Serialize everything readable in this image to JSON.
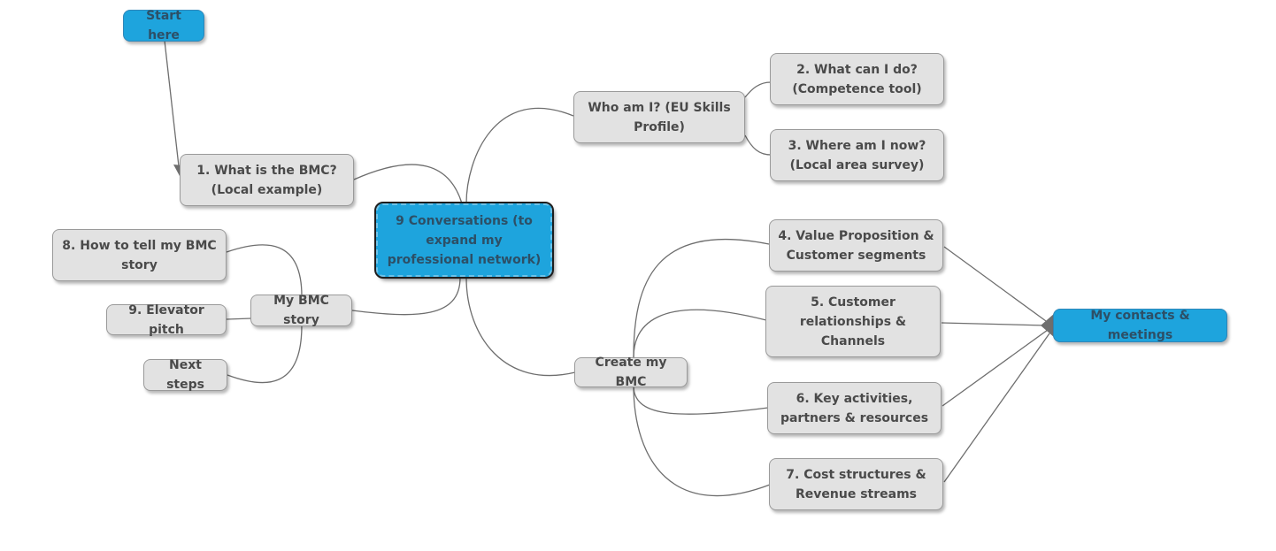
{
  "diagram": {
    "nodes": {
      "start": "Start here",
      "central": "9 Conversations (to expand my professional network)",
      "who_am_i": "Who am I? (EU Skills Profile)",
      "what_can_i_do": "2. What can I do? (Competence tool)",
      "where_am_i": "3. Where am I now? (Local area survey)",
      "what_is_bmc": "1. What is the BMC? (Local example)",
      "create_bmc": "Create my BMC",
      "value_prop": "4. Value Proposition & Customer segments",
      "customer_rel": "5. Customer relationships & Channels",
      "key_activities": "6. Key activities, partners & resources",
      "cost_structures": "7. Cost structures & Revenue streams",
      "contacts": "My contacts & meetings",
      "bmc_story": "My BMC story",
      "tell_story": "8. How to tell my BMC story",
      "elevator": "9. Elevator pitch",
      "next_steps": "Next steps"
    },
    "colors": {
      "node_fill": "#e2e2e2",
      "highlight_fill": "#1ea4dd",
      "connector": "#6e6e6e"
    }
  }
}
